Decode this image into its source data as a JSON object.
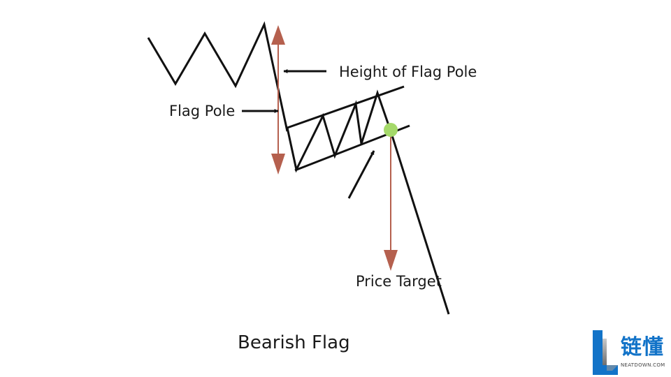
{
  "diagram": {
    "title": "Bearish Flag",
    "labels": {
      "height_of_flag_pole": "Height of Flag Pole",
      "flag_pole": "Flag Pole",
      "price_target": "Price Target"
    },
    "colors": {
      "line": "#111111",
      "measure_arrow": "#b5604e",
      "breakout_point": "#a5d96a"
    }
  },
  "logo": {
    "text_cn": "链懂",
    "text_en": "NEATDOWN.COM",
    "colors": {
      "blue": "#1273c8",
      "gray": "#8a8a8a"
    }
  }
}
